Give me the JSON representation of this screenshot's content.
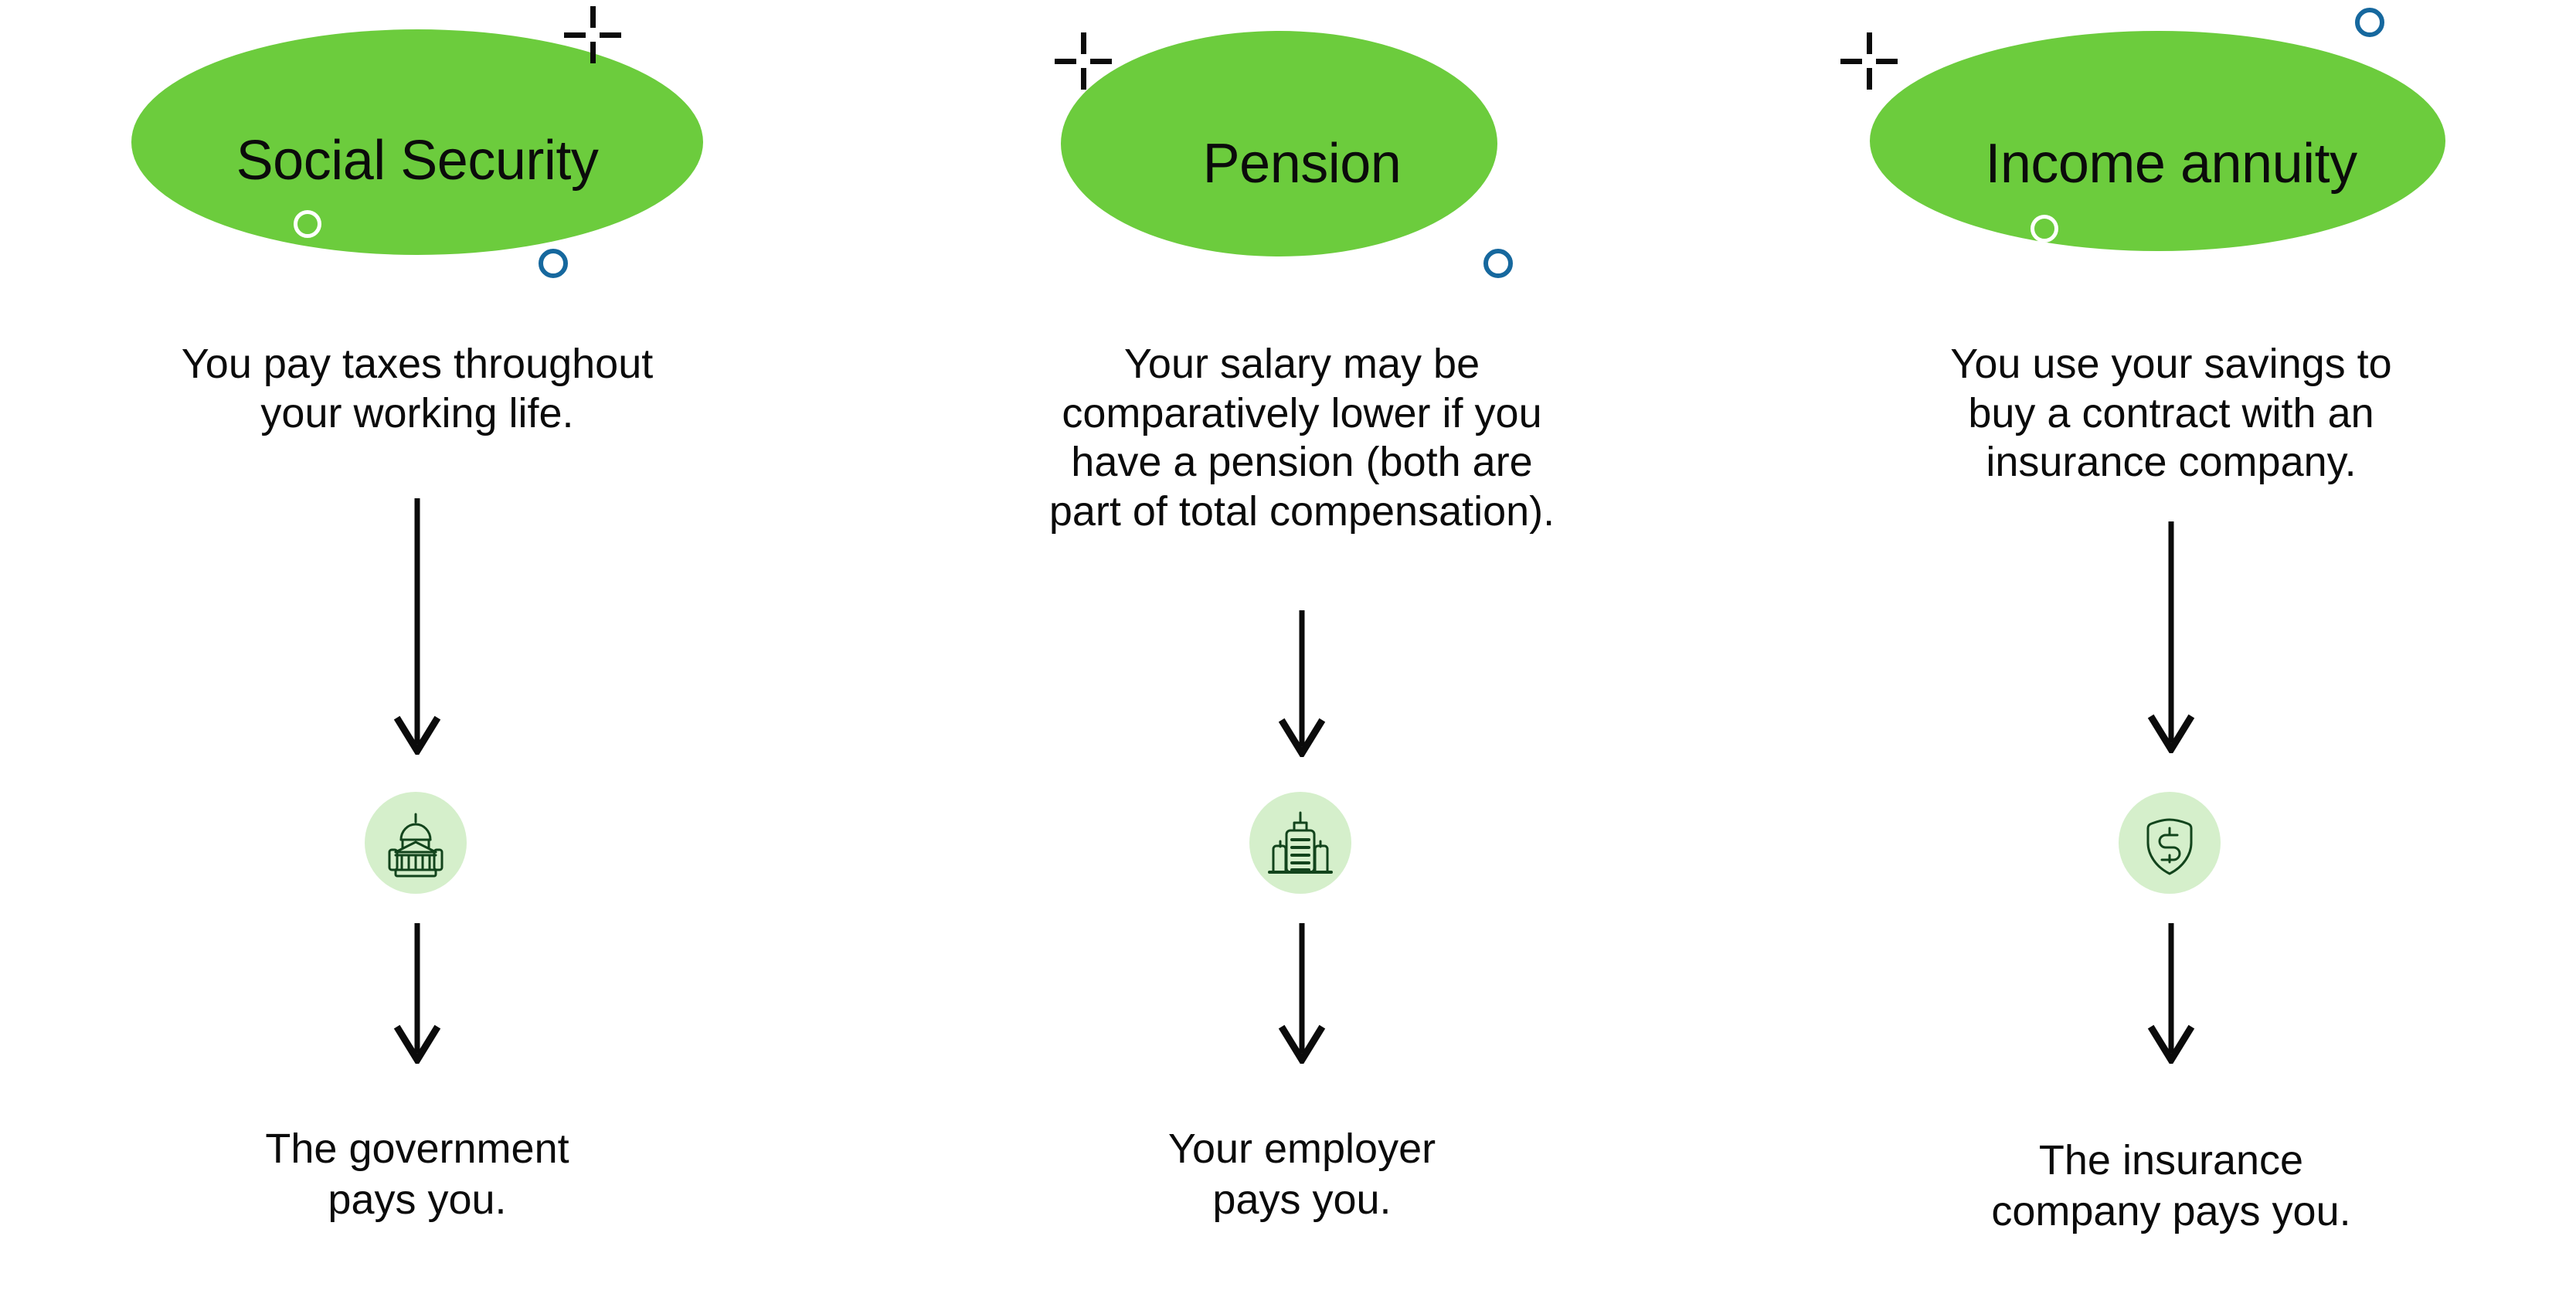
{
  "theme": {
    "background": "#ffffff",
    "ellipse_green": "#6ccc3d",
    "icon_circle_green": "#d5efcb",
    "icon_stroke_green": "#12441c",
    "ring_blue": "#16689e",
    "ring_white": "#ffffff",
    "text_color": "#0b0b0b"
  },
  "diagram": {
    "type": "three-column-flow",
    "columns": [
      {
        "id": "social-security",
        "title": "Social Security",
        "description": "You pay taxes throughout your working life.",
        "description_lines": [
          "You pay taxes throughout",
          "your working life."
        ],
        "icon": "capitol-building-icon",
        "outcome": "The government pays you.",
        "outcome_lines": [
          "The government",
          "pays you."
        ],
        "decorations": [
          "crosshair-marker",
          "white-ring-marker",
          "blue-ring-marker"
        ]
      },
      {
        "id": "pension",
        "title": "Pension",
        "description": "Your salary may be comparatively lower if you have a pension (both are part of total compensation).",
        "description_lines": [
          "Your salary may be",
          "comparatively lower if you",
          "have a pension (both are",
          "part of total compensation)."
        ],
        "icon": "office-buildings-icon",
        "outcome": "Your employer pays you.",
        "outcome_lines": [
          "Your employer",
          "pays you."
        ],
        "decorations": [
          "crosshair-marker",
          "blue-ring-marker"
        ]
      },
      {
        "id": "income-annuity",
        "title": "Income annuity",
        "description": "You use your savings to buy a contract with an insurance company.",
        "description_lines": [
          "You use your savings to",
          "buy a contract with an",
          "insurance company."
        ],
        "icon": "shield-dollar-icon",
        "outcome": "The insurance company pays you.",
        "outcome_lines": [
          "The insurance",
          "company pays you."
        ],
        "decorations": [
          "crosshair-marker",
          "white-ring-marker",
          "blue-ring-marker"
        ]
      }
    ]
  }
}
